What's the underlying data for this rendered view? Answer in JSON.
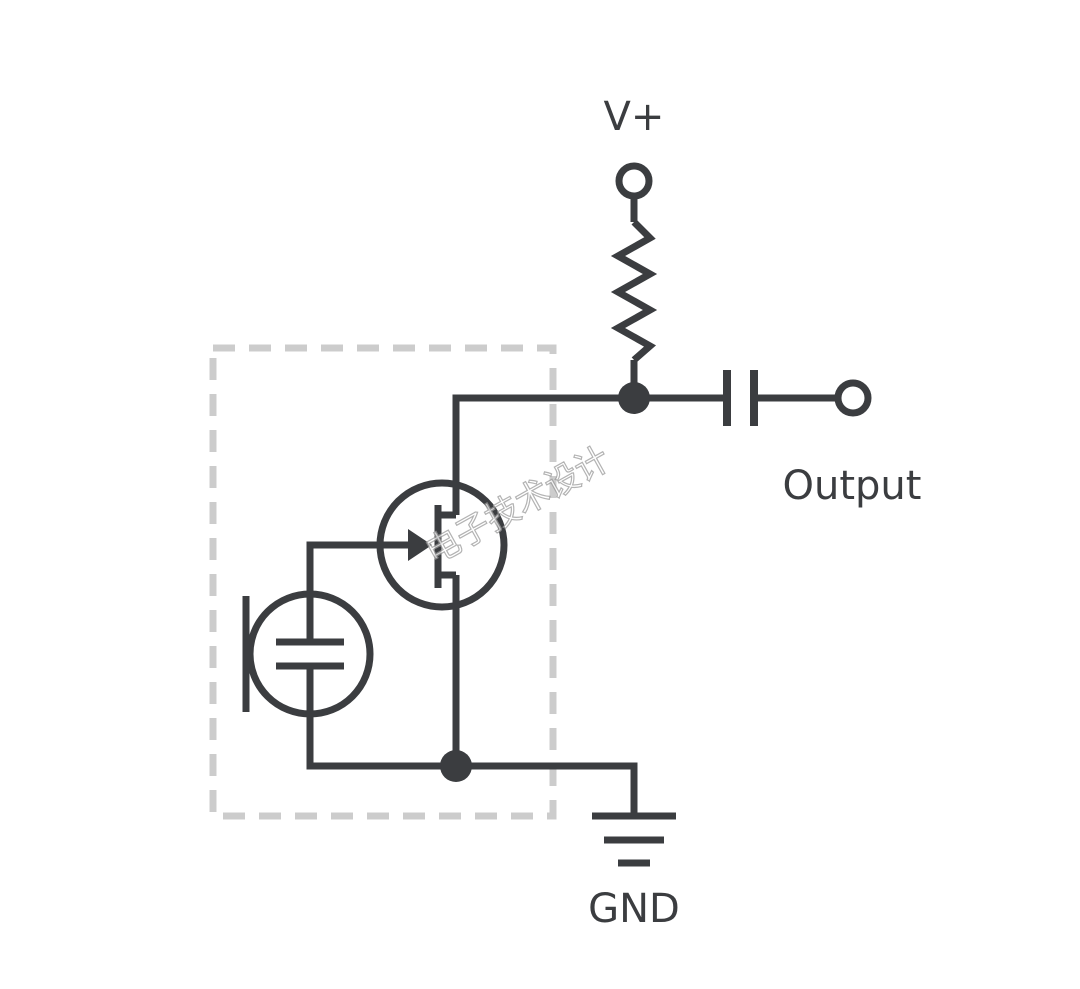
{
  "labels": {
    "vplus": "V+",
    "output": "Output",
    "gnd": "GND"
  },
  "watermark": "电子技术设计",
  "colors": {
    "background": "#ffffff",
    "stroke": "#3b3d40",
    "dashed_box": "#cccccc"
  }
}
